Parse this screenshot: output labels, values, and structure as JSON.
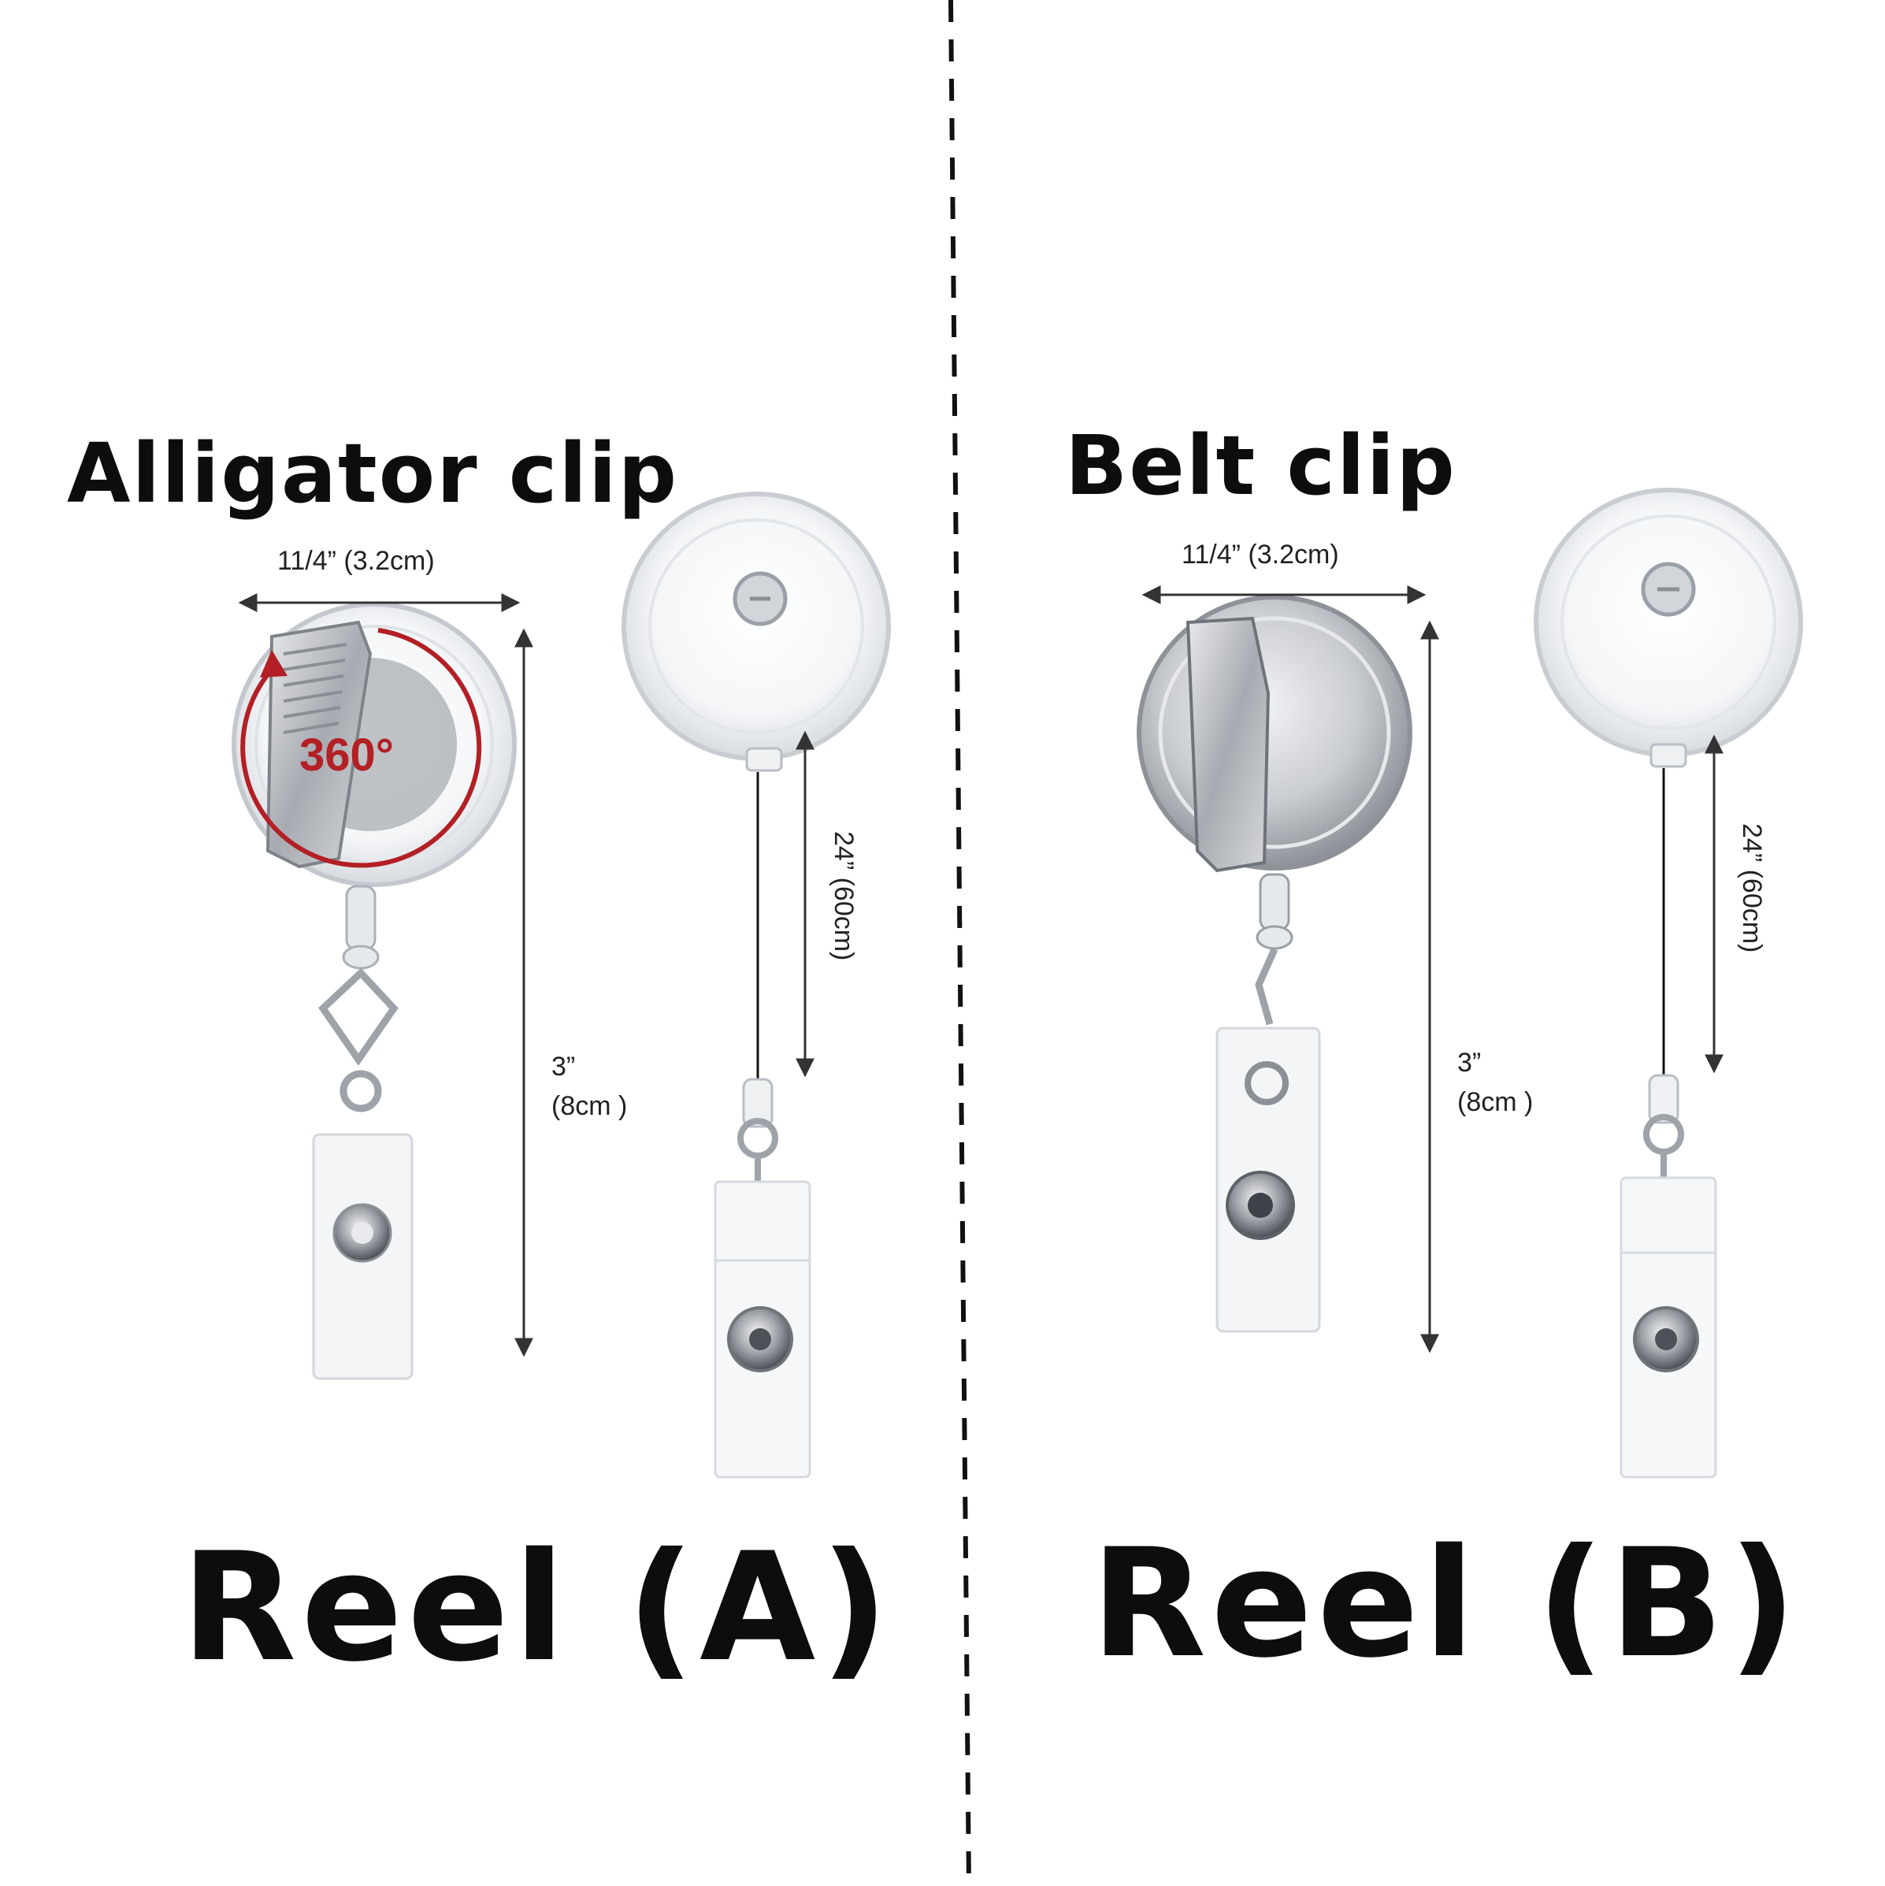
{
  "reel_a": {
    "clip_title": "Alligator clip",
    "width_label": "11/4”  (3.2cm)",
    "cord_label": "24”  (60cm)",
    "height_label_line1": "3”",
    "height_label_line2": "(8cm )",
    "rotation_badge": "360°",
    "reel_title": "Reel (A)"
  },
  "reel_b": {
    "clip_title": "Belt clip",
    "width_label": "11/4”  (3.2cm)",
    "cord_label": "24”  (60cm)",
    "height_label_line1": "3”",
    "height_label_line2": "(8cm )",
    "reel_title": "Reel (B)"
  },
  "colors": {
    "text": "#0d0d0d",
    "accent": "#b21f24",
    "divider": "#111111"
  }
}
